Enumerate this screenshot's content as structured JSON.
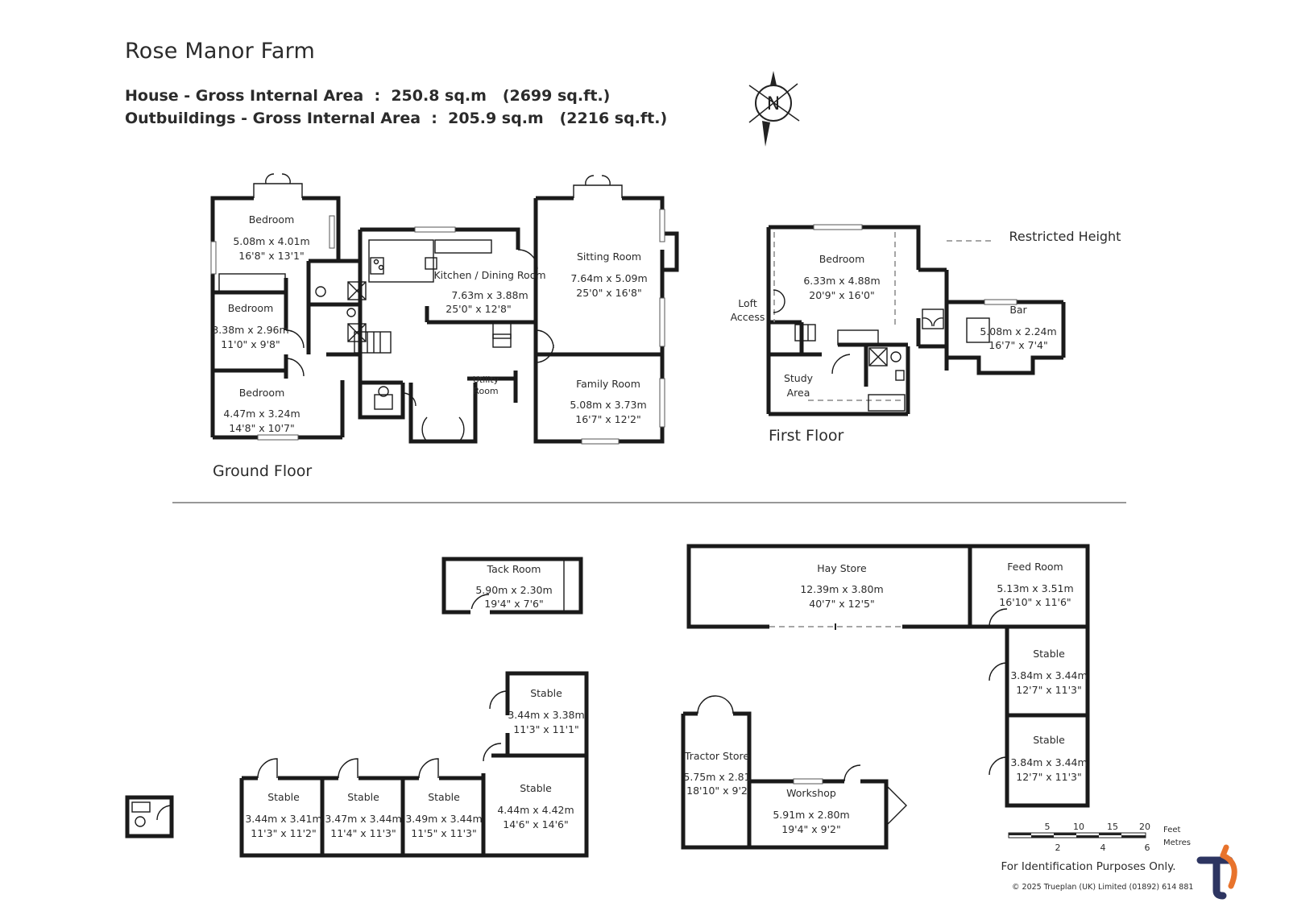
{
  "header": {
    "title": "Rose Manor Farm",
    "house_label": "House - Gross Internal Area",
    "house_sqm": "250.8 sq.m",
    "house_sqft": "(2699 sq.ft.)",
    "outbuildings_label": "Outbuildings - Gross Internal Area",
    "outbuildings_sqm": "205.9 sq.m",
    "outbuildings_sqft": "(2216 sq.ft.)"
  },
  "compass_letter": "N",
  "floors": {
    "ground": "Ground Floor",
    "first": "First Floor"
  },
  "legend": {
    "restricted": "Restricted Height"
  },
  "rooms": {
    "gf_bed1": {
      "name": "Bedroom",
      "metric": "5.08m  x  4.01m",
      "imperial": "16'8\"  x  13'1\""
    },
    "gf_bed2": {
      "name": "Bedroom",
      "metric": "3.38m  x  2.96m",
      "imperial": "11'0\"  x  9'8\""
    },
    "gf_bed3": {
      "name": "Bedroom",
      "metric": "4.47m  x  3.24m",
      "imperial": "14'8\"  x  10'7\""
    },
    "kitchen": {
      "name": "Kitchen / Dining Room",
      "metric": "7.63m  x  3.88m",
      "imperial": "25'0\"  x  12'8\""
    },
    "sitting": {
      "name": "Sitting Room",
      "metric": "7.64m  x  5.09m",
      "imperial": "25'0\"  x  16'8\""
    },
    "family": {
      "name": "Family Room",
      "metric": "5.08m  x  3.73m",
      "imperial": "16'7\"  x  12'2\""
    },
    "utility": {
      "line1": "Utility",
      "line2": "Room"
    },
    "ff_bed": {
      "name": "Bedroom",
      "metric": "6.33m  x  4.88m",
      "imperial": "20'9\"  x  16'0\""
    },
    "loft": {
      "line1": "Loft",
      "line2": "Access"
    },
    "study": {
      "line1": "Study",
      "line2": "Area"
    },
    "bar": {
      "name": "Bar",
      "metric": "5.08m  x  2.24m",
      "imperial": "16'7\"  x  7'4\""
    },
    "tack": {
      "name": "Tack Room",
      "metric": "5.90m  x  2.30m",
      "imperial": "19'4\"  x  7'6\""
    },
    "hay": {
      "name": "Hay Store",
      "metric": "12.39m  x  3.80m",
      "imperial": "40'7\"  x  12'5\""
    },
    "feed": {
      "name": "Feed Room",
      "metric": "5.13m  x  3.51m",
      "imperial": "16'10\"  x  11'6\""
    },
    "stable_r1": {
      "name": "Stable",
      "metric": "3.84m  x  3.44m",
      "imperial": "12'7\"  x  11'3\""
    },
    "stable_r2": {
      "name": "Stable",
      "metric": "3.84m  x  3.44m",
      "imperial": "12'7\"  x  11'3\""
    },
    "stable_top": {
      "name": "Stable",
      "metric": "3.44m  x  3.38m",
      "imperial": "11'3\"  x  11'1\""
    },
    "stable_1": {
      "name": "Stable",
      "metric": "3.44m  x  3.41m",
      "imperial": "11'3\"  x  11'2\""
    },
    "stable_2": {
      "name": "Stable",
      "metric": "3.47m  x  3.44m",
      "imperial": "11'4\"  x  11'3\""
    },
    "stable_3": {
      "name": "Stable",
      "metric": "3.49m  x  3.44m",
      "imperial": "11'5\"  x  11'3\""
    },
    "stable_big": {
      "name": "Stable",
      "metric": "4.44m  x  4.42m",
      "imperial": "14'6\"  x  14'6\""
    },
    "tractor": {
      "name": "Tractor Store",
      "metric": "5.75m  x  2.81",
      "imperial": "18'10\"  x  9'2"
    },
    "workshop": {
      "name": "Workshop",
      "metric": "5.91m  x  2.80m",
      "imperial": "19'4\"  x  9'2\""
    }
  },
  "scale": {
    "feet_ticks": [
      "5",
      "10",
      "15",
      "20"
    ],
    "metre_ticks": [
      "2",
      "4",
      "6"
    ],
    "feet_label": "Feet",
    "metres_label": "Metres"
  },
  "footer": {
    "disclaimer": "For Identification Purposes Only.",
    "copyright": "© 2025 Trueplan (UK) Limited (01892) 614 881"
  },
  "colors": {
    "wall": "#1a1a1a",
    "text": "#2b2b2b",
    "logo_navy": "#2d3561",
    "logo_orange": "#e8732c"
  }
}
